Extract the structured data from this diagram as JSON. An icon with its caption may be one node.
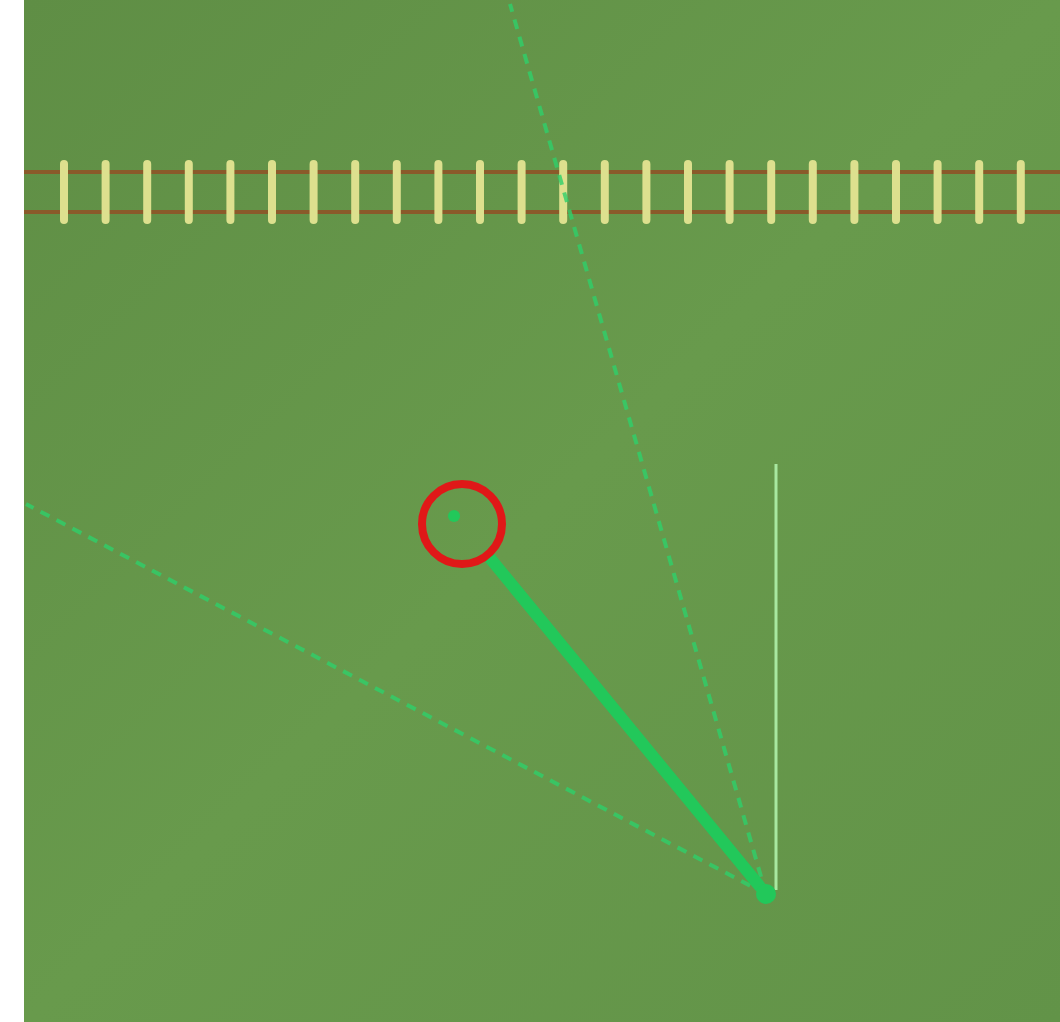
{
  "diagram": {
    "nodes": [
      {
        "text": [],
        "shape": "circle"
      },
      {
        "text": [],
        "shape": "circle"
      }
    ],
    "edges": [
      {
        "from": 1,
        "to": 0,
        "arrow": "none"
      }
    ]
  }
}
